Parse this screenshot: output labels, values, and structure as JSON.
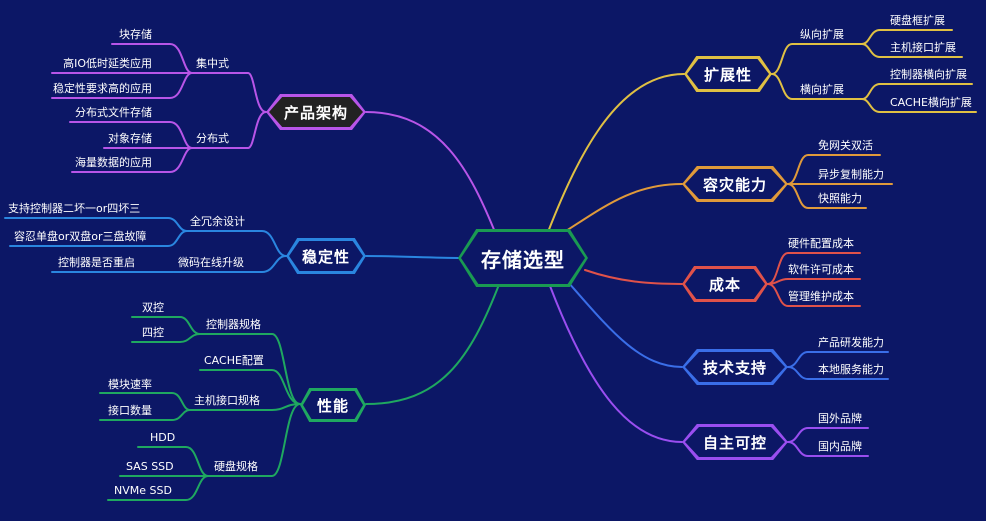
{
  "center": "存储选型",
  "colors": {
    "background": "#0c1766",
    "center": "#1a9a52",
    "purple": "#b855e8",
    "blue": "#2a86e0",
    "green": "#1fa860",
    "yellow": "#e0c043",
    "orange": "#e09a3a",
    "red": "#e0524a",
    "royal": "#3a6ee8",
    "violet": "#9a4ef0"
  },
  "branches": {
    "product_arch": {
      "label": "产品架构",
      "centralized": "集中式",
      "distributed": "分布式",
      "c_items": [
        "块存储",
        "高IO低时延类应用",
        "稳定性要求高的应用"
      ],
      "d_items": [
        "分布式文件存储",
        "对象存储",
        "海量数据的应用"
      ]
    },
    "stability": {
      "label": "稳定性",
      "redundancy": "全冗余设计",
      "upgrade": "微码在线升级",
      "r_items": [
        "支持控制器二坏一or四坏三",
        "容忍单盘or双盘or三盘故障"
      ],
      "u_items": [
        "控制器是否重启"
      ]
    },
    "performance": {
      "label": "性能",
      "ctrl_spec": "控制器规格",
      "cache": "CACHE配置",
      "host_if": "主机接口规格",
      "disk_spec": "硬盘规格",
      "ctrl_items": [
        "双控",
        "四控"
      ],
      "host_items": [
        "模块速率",
        "接口数量"
      ],
      "disk_items": [
        "HDD",
        "SAS SSD",
        "NVMe SSD"
      ]
    },
    "scalability": {
      "label": "扩展性",
      "vertical": "纵向扩展",
      "horizontal": "横向扩展",
      "v_items": [
        "硬盘框扩展",
        "主机接口扩展"
      ],
      "h_items": [
        "控制器横向扩展",
        "CACHE横向扩展"
      ]
    },
    "dr": {
      "label": "容灾能力",
      "items": [
        "免网关双活",
        "异步复制能力",
        "快照能力"
      ]
    },
    "cost": {
      "label": "成本",
      "items": [
        "硬件配置成本",
        "软件许可成本",
        "管理维护成本"
      ]
    },
    "support": {
      "label": "技术支持",
      "items": [
        "产品研发能力",
        "本地服务能力"
      ]
    },
    "autonomy": {
      "label": "自主可控",
      "items": [
        "国外品牌",
        "国内品牌"
      ]
    }
  }
}
